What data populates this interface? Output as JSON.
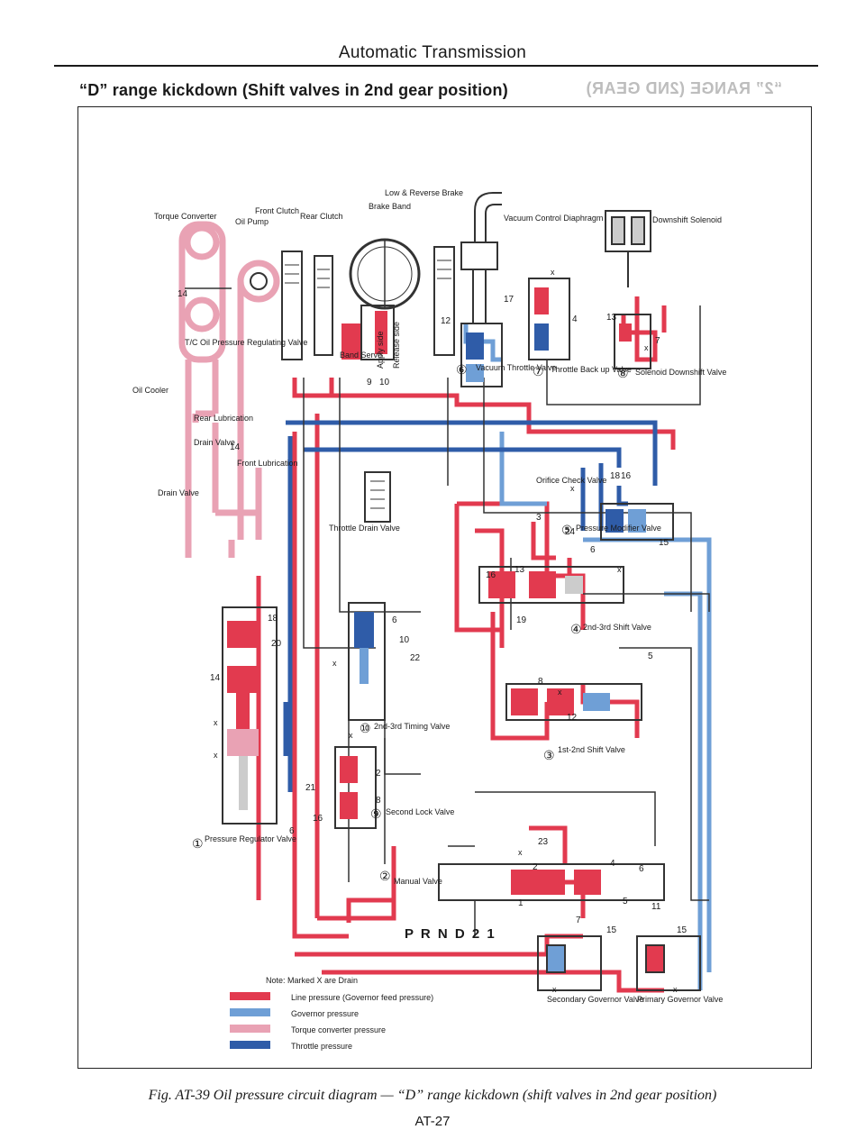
{
  "running_head": "Automatic Transmission",
  "section_title": "“D” range kickdown (Shift valves in 2nd gear position)",
  "bleed_through": "“2” RANGE (2ND GEAR)",
  "figure": {
    "component_labels": {
      "torque_converter": "Torque Converter",
      "oil_pump": "Oil Pump",
      "front_clutch": "Front Clutch",
      "rear_clutch": "Rear Clutch",
      "low_reverse_brake": "Low & Reverse Brake",
      "brake_band": "Brake Band",
      "vacuum_control_diaphragm": "Vacuum Control Diaphragm",
      "downshift_solenoid": "Downshift Solenoid",
      "tc_oil_pressure_regulating_valve": "T/C Oil Pressure Regulating Valve",
      "oil_cooler": "Oil Cooler",
      "rear_lubrication": "Rear Lubrication",
      "drain_valve_upper": "Drain Valve",
      "front_lubrication": "Front Lubrication",
      "drain_valve_lower": "Drain Valve",
      "band_servo": "Band Servo",
      "apply_side": "Apply side",
      "release_side": "Release side",
      "vacuum_throttle_valve": "Vacuum Throttle Valve",
      "throttle_back_up_valve": "Throttle Back up Valve",
      "solenoid_downshift_valve": "Solenoid Downshift Valve",
      "orifice_check_valve": "Orifice Check Valve",
      "throttle_drain_valve": "Throttle Drain Valve",
      "pressure_modifier_valve": "Pressure Modifier Valve",
      "shift_valve_2_3": "2nd-3rd Shift Valve",
      "timing_valve_2_3": "2nd-3rd Timing Valve",
      "shift_valve_1_2": "1st-2nd Shift Valve",
      "second_lock_valve": "Second Lock Valve",
      "pressure_regulator_valve": "Pressure Regulator Valve",
      "manual_valve": "Manual Valve",
      "secondary_governor_valve": "Secondary Governor Valve",
      "primary_governor_valve": "Primary Governor Valve"
    },
    "valve_numbers": {
      "pressure_regulator": "①",
      "manual": "②",
      "shift_1_2": "③",
      "shift_2_3": "④",
      "pressure_modifier": "⑤",
      "vacuum_throttle": "⑥",
      "throttle_back_up": "⑦",
      "solenoid_downshift": "⑧",
      "second_lock": "⑨",
      "timing_2_3": "⑩"
    },
    "shift_positions": "P R N D 2 1",
    "port_numbers": [
      "14",
      "12",
      "9",
      "10",
      "17",
      "4",
      "13",
      "7",
      "14",
      "18",
      "16",
      "3",
      "24",
      "15",
      "6",
      "16",
      "13",
      "19",
      "18",
      "20",
      "14",
      "22",
      "10",
      "6",
      "8",
      "5",
      "12",
      "21",
      "16",
      "6",
      "2",
      "8",
      "23",
      "2",
      "4",
      "6",
      "1",
      "7",
      "5",
      "15",
      "15",
      "11"
    ],
    "drain_mark": "x",
    "legend": {
      "note": "Note:  Marked X are Drain",
      "items": [
        {
          "label": "Line pressure (Governor feed pressure)",
          "color": "#e23a4f"
        },
        {
          "label": "Governor pressure",
          "color": "#6f9fd6"
        },
        {
          "label": "Torque converter pressure",
          "color": "#e9a2b4"
        },
        {
          "label": "Throttle pressure",
          "color": "#2f5ca8"
        }
      ]
    }
  },
  "caption": "Fig. AT-39  Oil pressure circuit diagram — “D” range kickdown (shift valves in 2nd gear position)",
  "folio": "AT-27",
  "colors": {
    "line_pressure": "#e23a4f",
    "governor_pressure": "#6f9fd6",
    "torque_converter_pressure": "#e9a2b4",
    "throttle_pressure": "#2f5ca8",
    "drain_lines": "#333333"
  }
}
